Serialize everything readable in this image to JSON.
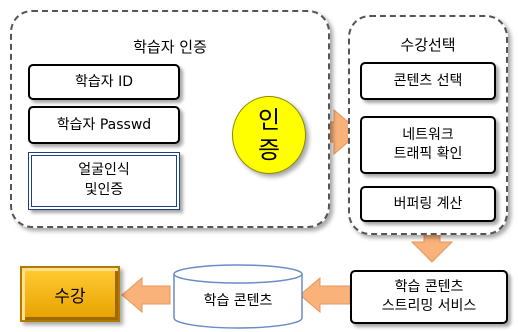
{
  "groups": {
    "learner_auth": {
      "title": "학습자 인증"
    },
    "course_selection": {
      "title": "수강선택"
    }
  },
  "learner_auth": {
    "learner_id": "학습자 ID",
    "learner_password": "학습자 Passwd",
    "face_recognition": "얼굴인식\n및인증"
  },
  "authentication": {
    "label": "인\n증"
  },
  "course_selection": {
    "content_select": "콘텐츠 선택",
    "network_traffic": "네트워크\n트래픽 확인",
    "buffering": "버퍼링 계산"
  },
  "streaming_service": {
    "label": "학습 콘텐츠\n스트리밍 서비스"
  },
  "learning_contents": {
    "label": "학습 콘텐츠"
  },
  "enrollment": {
    "label": "수강"
  },
  "colors": {
    "auth_fill": "#ffff00",
    "arrow_fill": "#f9b27a",
    "enroll_fill": "#f0b000",
    "face_border": "#1f3f7f",
    "connector": "#6a8cc8"
  }
}
